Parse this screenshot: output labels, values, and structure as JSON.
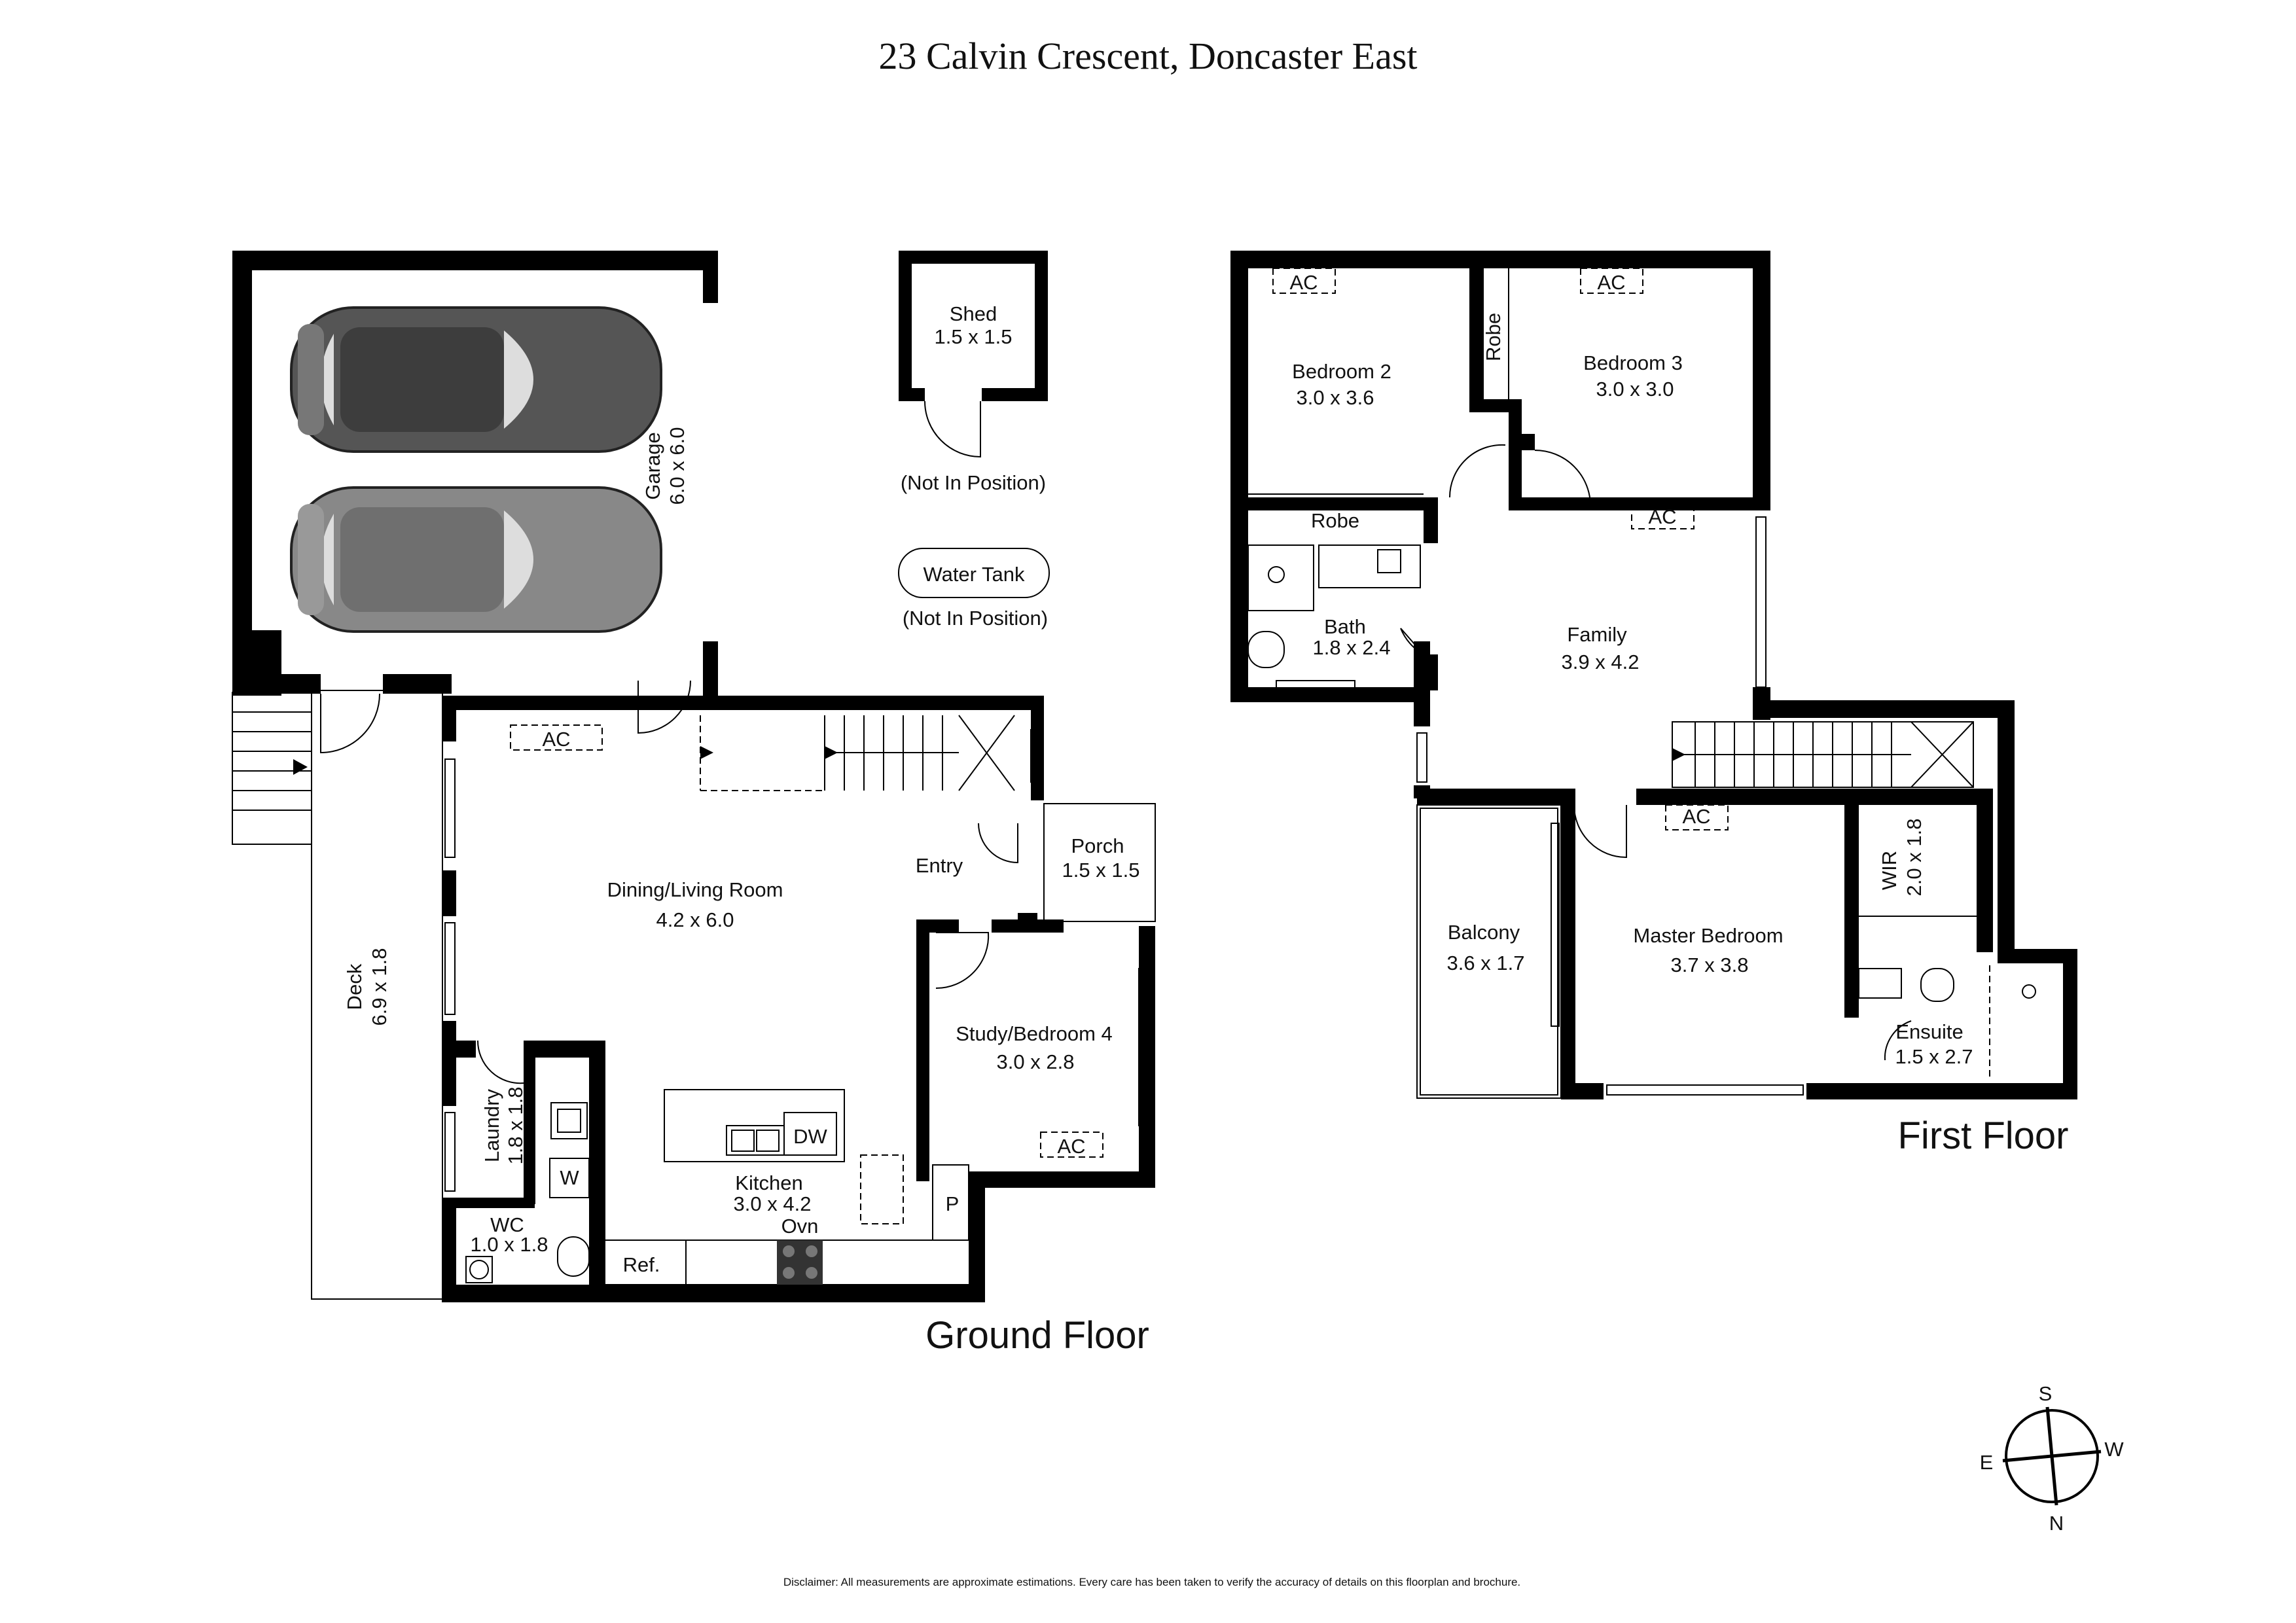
{
  "title": "23 Calvin Crescent, Doncaster East",
  "floors": {
    "ground": "Ground Floor",
    "first": "First Floor"
  },
  "ground_rooms": {
    "garage": {
      "name": "Garage",
      "size": "6.0 x 6.0"
    },
    "shed": {
      "name": "Shed",
      "size": "1.5 x 1.5",
      "note": "(Not In Position)"
    },
    "water_tank": {
      "name": "Water Tank",
      "note": "(Not In Position)"
    },
    "dining_living": {
      "name": "Dining/Living Room",
      "size": "4.2 x 6.0"
    },
    "entry": {
      "name": "Entry"
    },
    "porch": {
      "name": "Porch",
      "size": "1.5 x 1.5"
    },
    "study": {
      "name": "Study/Bedroom 4",
      "size": "3.0 x 2.8"
    },
    "deck": {
      "name": "Deck",
      "size": "6.9 x 1.8"
    },
    "laundry": {
      "name": "Laundry",
      "size": "1.8 x 1.8"
    },
    "wc": {
      "name": "WC",
      "size": "1.0 x 1.8"
    },
    "kitchen": {
      "name": "Kitchen",
      "size": "3.0 x 4.2"
    }
  },
  "first_rooms": {
    "bedroom2": {
      "name": "Bedroom 2",
      "size": "3.0 x 3.6"
    },
    "bedroom3": {
      "name": "Bedroom 3",
      "size": "3.0 x 3.0"
    },
    "bath": {
      "name": "Bath",
      "size": "1.8 x 2.4"
    },
    "family": {
      "name": "Family",
      "size": "3.9 x 4.2"
    },
    "balcony": {
      "name": "Balcony",
      "size": "3.6 x 1.7"
    },
    "master": {
      "name": "Master Bedroom",
      "size": "3.7 x 3.8"
    },
    "wir": {
      "name": "WIR",
      "size": "2.0 x 1.8"
    },
    "ensuite": {
      "name": "Ensuite",
      "size": "1.5 x 2.7"
    }
  },
  "fixtures": {
    "ac": "AC",
    "robe": "Robe",
    "dw": "DW",
    "w": "W",
    "ref": "Ref.",
    "ovn": "Ovn",
    "p": "P"
  },
  "compass": {
    "s": "S",
    "w": "W",
    "e": "E",
    "n": "N"
  },
  "disclaimer": "Disclaimer: All measurements are approximate estimations. Every care has been taken to verify the accuracy of details on this floorplan and brochure."
}
